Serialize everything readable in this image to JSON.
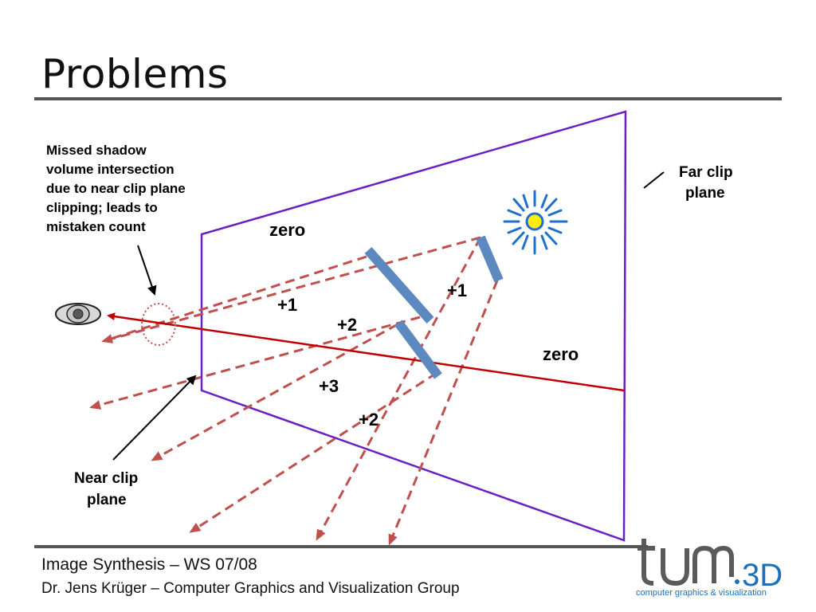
{
  "slide": {
    "title": "Problems"
  },
  "diagram": {
    "annotation": [
      "Missed shadow",
      "volume intersection",
      "due to near clip plane",
      "clipping; leads to",
      "mistaken count"
    ],
    "far_clip_label": [
      "Far clip",
      "plane"
    ],
    "near_clip_label": [
      "Near clip",
      "plane"
    ],
    "counts": {
      "zero_top": "zero",
      "zero_right": "zero",
      "plus1_left": "+1",
      "plus2_mid": "+2",
      "plus1_right": "+1",
      "plus3": "+3",
      "plus2_low": "+2"
    },
    "colors": {
      "frustum": "#6a1fc4",
      "eye_ray": "#c00000",
      "shadow_rays": "#c0504d",
      "occluders": "#5b89c0",
      "light_rays": "#1f6fd0",
      "light_core": "#ffee00"
    },
    "icons": [
      "eye-icon",
      "light-source-icon"
    ]
  },
  "footer": {
    "course": "Image Synthesis – WS 07/08",
    "author": "Dr. Jens Krüger – Computer Graphics and Visualization Group"
  },
  "logo": {
    "brand": "tum.3D",
    "tagline": "computer graphics & visualization"
  }
}
